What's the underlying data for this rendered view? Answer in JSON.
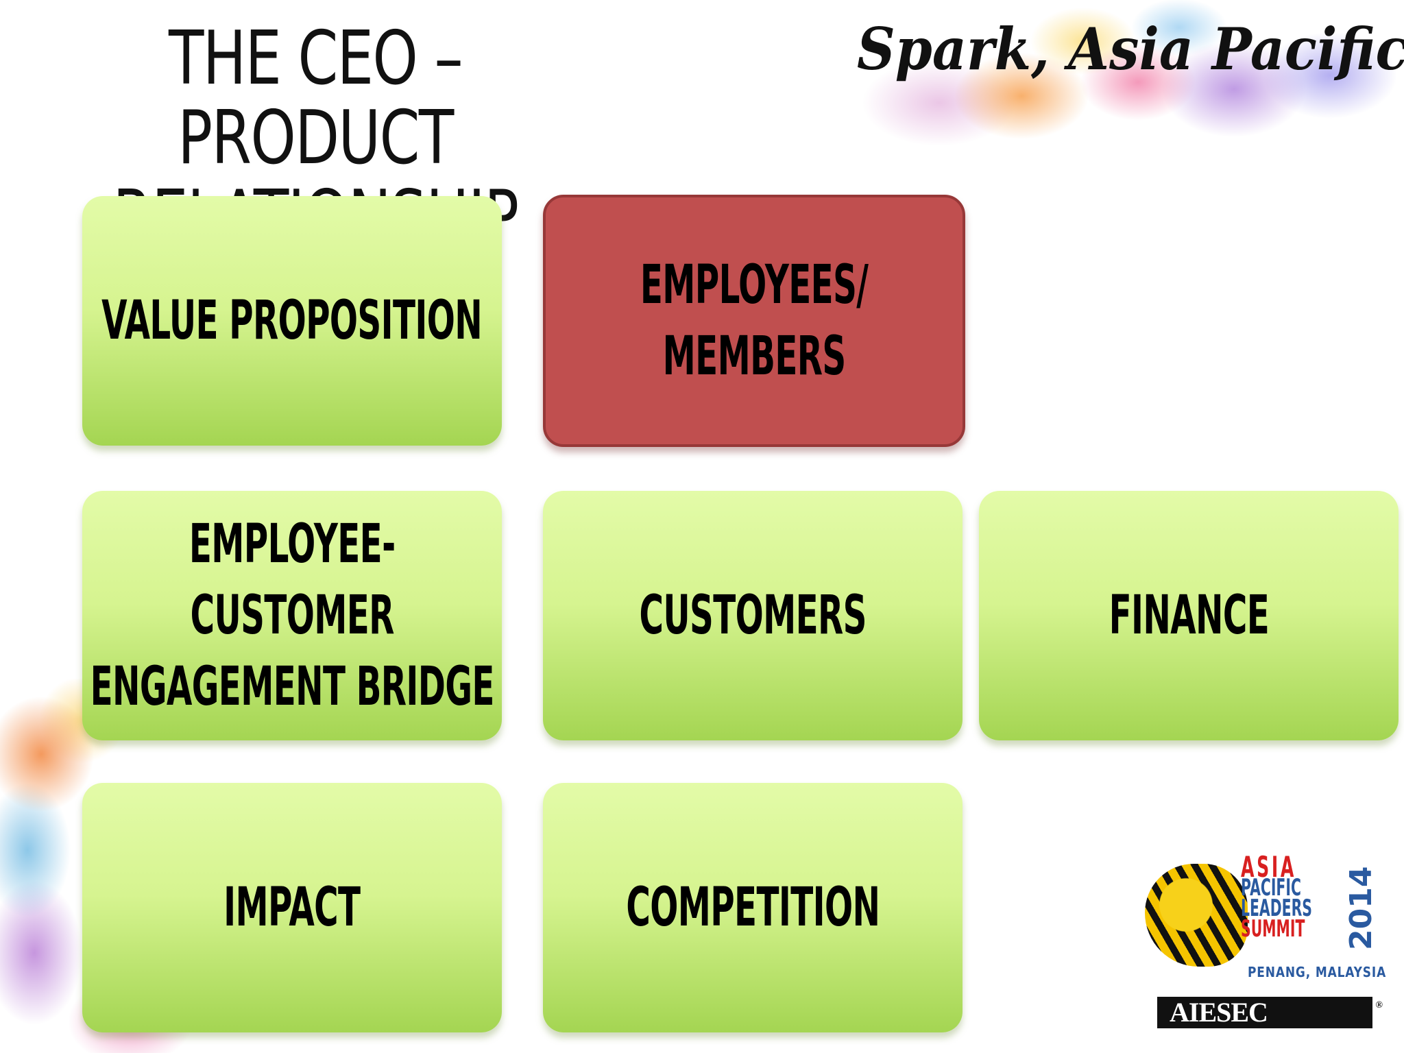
{
  "title_lines": [
    "THE CEO – PRODUCT",
    "RELATIONSHIP"
  ],
  "brand_script": "Spark, Asia Pacific!",
  "tiles": {
    "value_proposition": [
      "VALUE PROPOSITION"
    ],
    "employees_members": [
      "EMPLOYEES/",
      "MEMBERS"
    ],
    "engagement_bridge": [
      "EMPLOYEE-",
      "CUSTOMER",
      "ENGAGEMENT BRIDGE"
    ],
    "customers": [
      "CUSTOMERS"
    ],
    "finance": [
      "FINANCE"
    ],
    "impact": [
      "IMPACT"
    ],
    "competition": [
      "COMPETITION"
    ]
  },
  "colors": {
    "tile_green": "#d6f490",
    "tile_highlight_red": "#c04f4f"
  },
  "summit_logo": {
    "line1": "ASIA",
    "line2": "PACIFIC",
    "line3": "LEADERS",
    "line4": "SUMMIT",
    "year": "2014",
    "place": "PENANG, MALAYSIA",
    "org": "AIESEC"
  }
}
